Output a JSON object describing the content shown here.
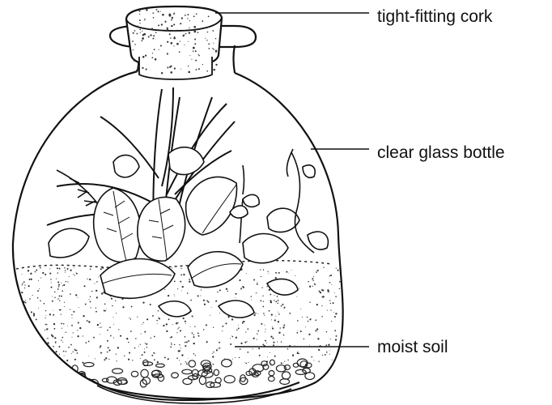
{
  "labels": {
    "cork": "tight-fitting cork",
    "bottle": "clear glass bottle",
    "soil": "moist soil"
  },
  "colors": {
    "ink": "#111111",
    "background": "#ffffff"
  }
}
